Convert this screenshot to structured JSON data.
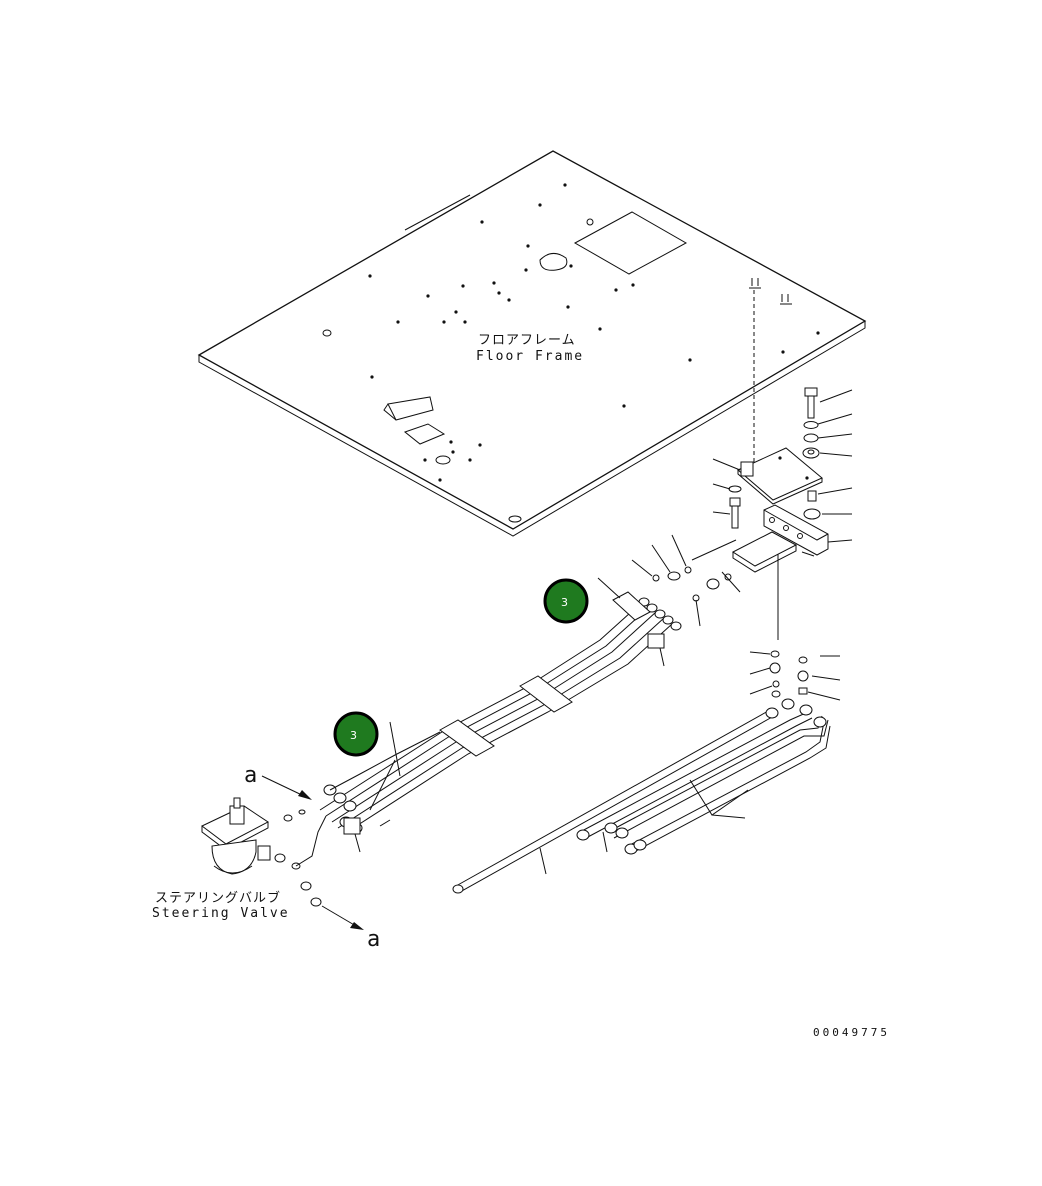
{
  "labels": {
    "floor_frame_jp": "フロアフレーム",
    "floor_frame_en": "Floor Frame",
    "steering_valve_jp": "ステアリングバルブ",
    "steering_valve_en": "Steering Valve",
    "ref_a_top": "a",
    "ref_a_bottom": "a",
    "drawing_number": "00049775"
  },
  "callouts": [
    {
      "number": "3",
      "color": "#1f7a1f"
    },
    {
      "number": "3",
      "color": "#1f7a1f"
    }
  ]
}
